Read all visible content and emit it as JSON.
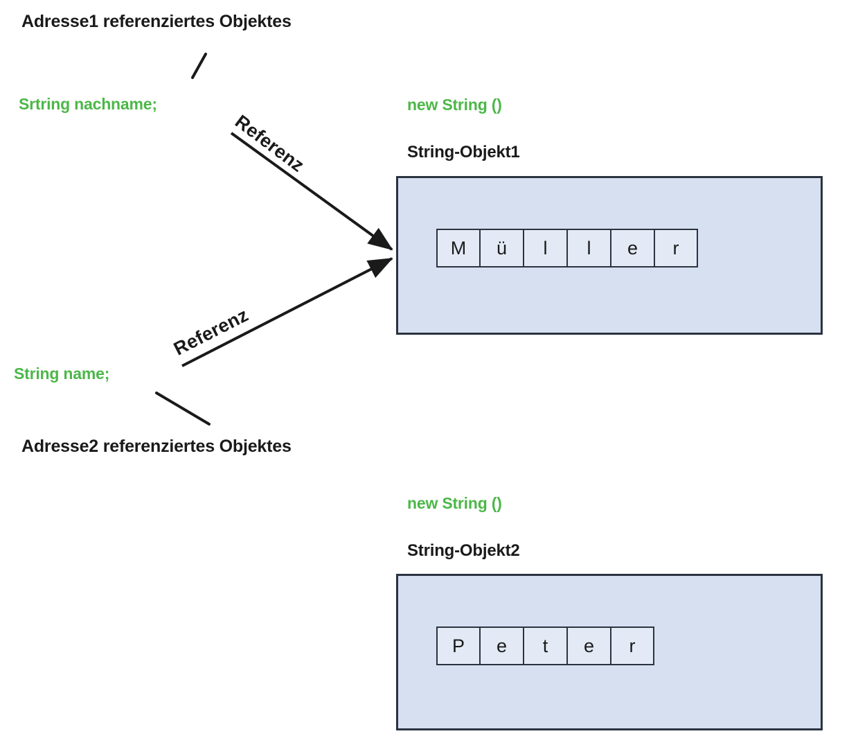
{
  "diagram": {
    "title_top": "Adresse1 referenziertes Objektes",
    "title_bottom": "Adresse2 referenziertes Objektes",
    "reference_variables": [
      {
        "declaration": "Srtring nachname;",
        "edge_label": "Referenz"
      },
      {
        "declaration": "String name;",
        "edge_label": "Referenz"
      }
    ],
    "objects": [
      {
        "constructor_label": "new String ()",
        "title": "String-Objekt1",
        "chars": [
          "M",
          "ü",
          "l",
          "l",
          "e",
          "r"
        ]
      },
      {
        "constructor_label": "new String ()",
        "title": "String-Objekt2",
        "chars": [
          "P",
          "e",
          "t",
          "e",
          "r"
        ]
      }
    ],
    "colors": {
      "code_green": "#4cb748",
      "text_black": "#1a1a1a",
      "box_fill": "#d6e0f0",
      "box_border": "#2b3340",
      "cell_fill": "#e3eaf5"
    }
  }
}
